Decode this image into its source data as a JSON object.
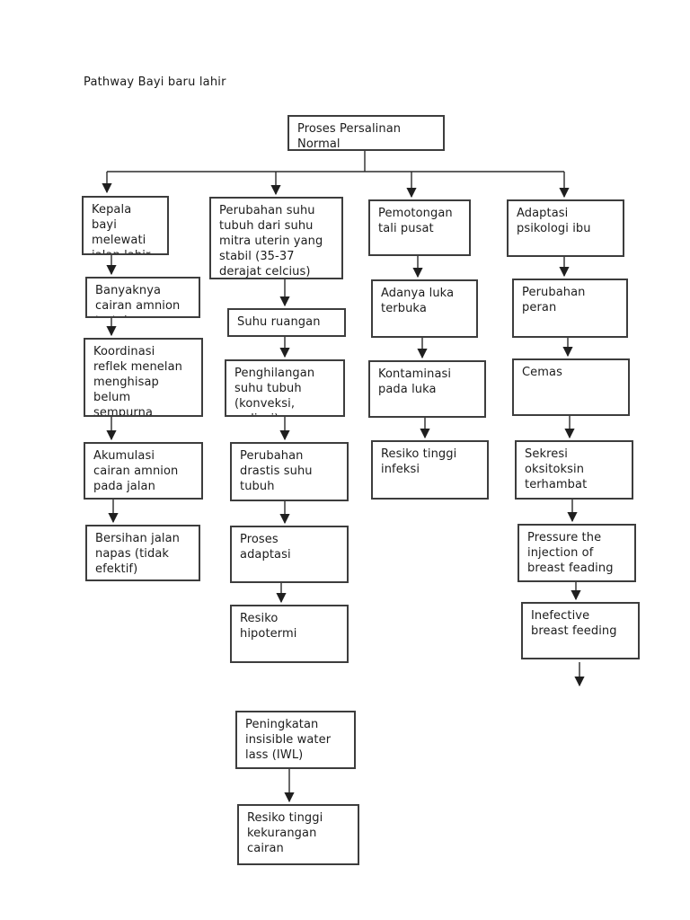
{
  "title": "Pathway Bayi baru lahir",
  "colors": {
    "ink": "#1c1c1c",
    "box_border": "#3d3d3d",
    "page_bg": "#ffffff"
  },
  "nodes": {
    "root": "Proses Persalinan\nNormal",
    "c1a": "Kepala\nbayi\nmelewati\njalan lahir",
    "c1b": "Banyaknya\ncairan amnion\ntertelan",
    "c1c": "Koordinasi\nreflek menelan\nmenghisap\nbelum\nsempurna",
    "c1d": "Akumulasi\ncairan amnion\npada jalan",
    "c1e": "Bersihan jalan\nnapas (tidak\nefektif)",
    "c2a": "Perubahan suhu\ntubuh dari suhu\nmitra uterin yang\nstabil (35-37\nderajat celcius)",
    "c2b": "Suhu ruangan",
    "c2c": "Penghilangan\nsuhu tubuh\n(konveksi,\nradiasi)",
    "c2d": "Perubahan\ndrastis suhu\ntubuh",
    "c2e": "Proses\nadaptasi",
    "c2f": "Resiko\nhipotermi",
    "c2g": "Peningkatan\ninsisible water\nlass (IWL)",
    "c2h": "Resiko tinggi\nkekurangan\ncairan",
    "c3a": "Pemotongan\ntali pusat",
    "c3b": "Adanya luka\nterbuka",
    "c3c": "Kontaminasi\npada luka",
    "c3d": "Resiko tinggi\ninfeksi",
    "c4a": "Adaptasi\npsikologi ibu",
    "c4b": "Perubahan\nperan",
    "c4c": "Cemas",
    "c4d": "Sekresi\noksitoksin\nterhambat",
    "c4e": "Pressure the\ninjection of\nbreast feading",
    "c4f": "Inefective\nbreast feeding"
  },
  "edges": [
    {
      "from": "root",
      "to": "c1a"
    },
    {
      "from": "root",
      "to": "c2a"
    },
    {
      "from": "root",
      "to": "c3a"
    },
    {
      "from": "root",
      "to": "c4a"
    },
    {
      "from": "c1a",
      "to": "c1b"
    },
    {
      "from": "c1b",
      "to": "c1c"
    },
    {
      "from": "c1c",
      "to": "c1d"
    },
    {
      "from": "c1d",
      "to": "c1e"
    },
    {
      "from": "c2a",
      "to": "c2b"
    },
    {
      "from": "c2b",
      "to": "c2c"
    },
    {
      "from": "c2c",
      "to": "c2d"
    },
    {
      "from": "c2d",
      "to": "c2e"
    },
    {
      "from": "c2e",
      "to": "c2f"
    },
    {
      "from": "c2g",
      "to": "c2h"
    },
    {
      "from": "c3a",
      "to": "c3b"
    },
    {
      "from": "c3b",
      "to": "c3c"
    },
    {
      "from": "c3c",
      "to": "c3d"
    },
    {
      "from": "c4a",
      "to": "c4b"
    },
    {
      "from": "c4b",
      "to": "c4c"
    },
    {
      "from": "c4c",
      "to": "c4d"
    },
    {
      "from": "c4d",
      "to": "c4e"
    },
    {
      "from": "c4e",
      "to": "c4f"
    },
    {
      "from": "c4f",
      "to": null
    }
  ]
}
